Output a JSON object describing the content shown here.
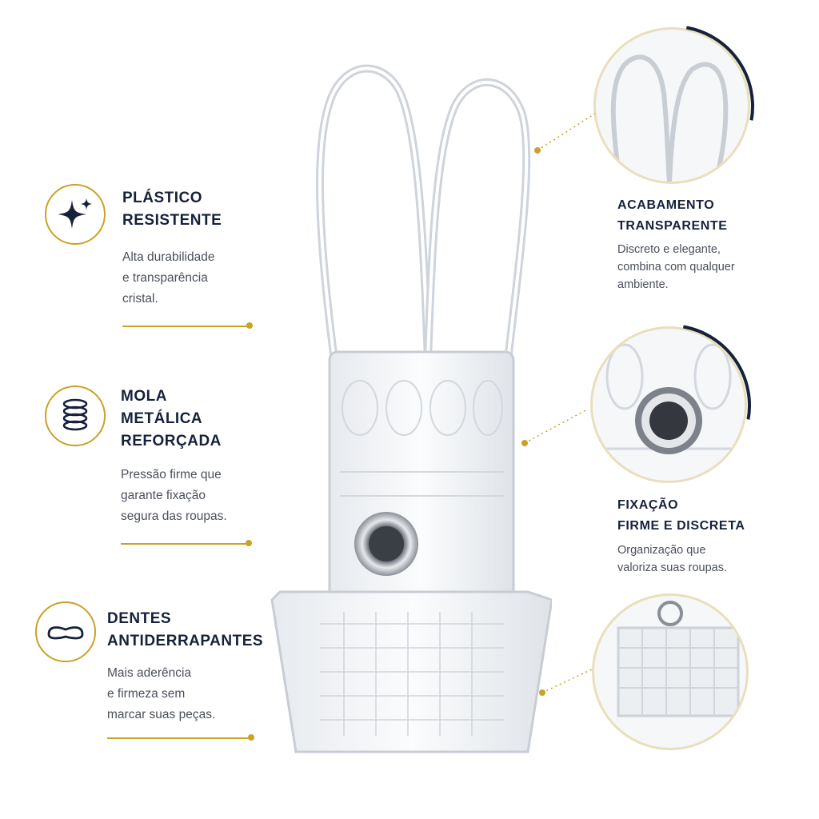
{
  "left_features": [
    {
      "title_lines": [
        "PLÁSTICO",
        "RESISTENTE"
      ],
      "desc_lines": [
        "Alta durabilidade",
        "e transparência",
        "cristal."
      ],
      "icon": "sparkle-icon"
    },
    {
      "title_lines": [
        "MOLA",
        "METÁLICA",
        "REFORÇADA"
      ],
      "desc_lines": [
        "Pressão firme que",
        "garante fixação",
        "segura das roupas."
      ],
      "icon": "spring-coil-icon"
    },
    {
      "title_lines": [
        "DENTES",
        "ANTIDERRAPANTES"
      ],
      "desc_lines": [
        "Mais aderência",
        "e firmeza sem",
        "marcar suas peças."
      ],
      "icon": "grip-teeth-icon"
    }
  ],
  "right_features": [
    {
      "title_lines": [
        "ACABAMENTO",
        "TRANSPARENTE"
      ],
      "desc_lines": [
        "Discreto e elegante,",
        "combina com qualquer",
        "ambiente."
      ],
      "zoom": "zoom-top-loops"
    },
    {
      "title_lines": [
        "FIXAÇÃO",
        "FIRME E DISCRETA"
      ],
      "desc_lines": [
        "Organização que",
        "valoriza suas roupas."
      ],
      "zoom": "zoom-metal-ring"
    },
    {
      "zoom": "zoom-grip-teeth"
    }
  ],
  "colors": {
    "accent_gold": "#c9a227",
    "navy": "#16213a",
    "text_gray": "#4a4f5a"
  }
}
